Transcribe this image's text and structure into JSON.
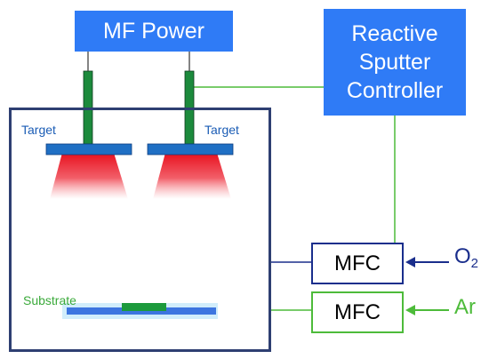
{
  "diagram": {
    "power_supply": {
      "label": "MF Power"
    },
    "controller": {
      "lines": [
        "Reactive",
        "Sputter",
        "Controller"
      ]
    },
    "targets": [
      {
        "label": "Target"
      },
      {
        "label": "Target"
      }
    ],
    "substrate": {
      "label": "Substrate"
    },
    "flow_controllers": [
      {
        "label": "MFC",
        "gas_base": "O",
        "gas_sub": "2",
        "color": "#1A2E8C"
      },
      {
        "label": "MFC",
        "gas": "Ar",
        "color": "#4DBB3A"
      }
    ],
    "colors": {
      "box_fill": "#2F7BF6",
      "chamber": "#2E3F72",
      "electrode": "#1C8A3C",
      "target": "#1F6FC4",
      "plasma": "#E8101E",
      "o2_line": "#1A2E8C",
      "ar_line": "#4DBB3A"
    }
  }
}
